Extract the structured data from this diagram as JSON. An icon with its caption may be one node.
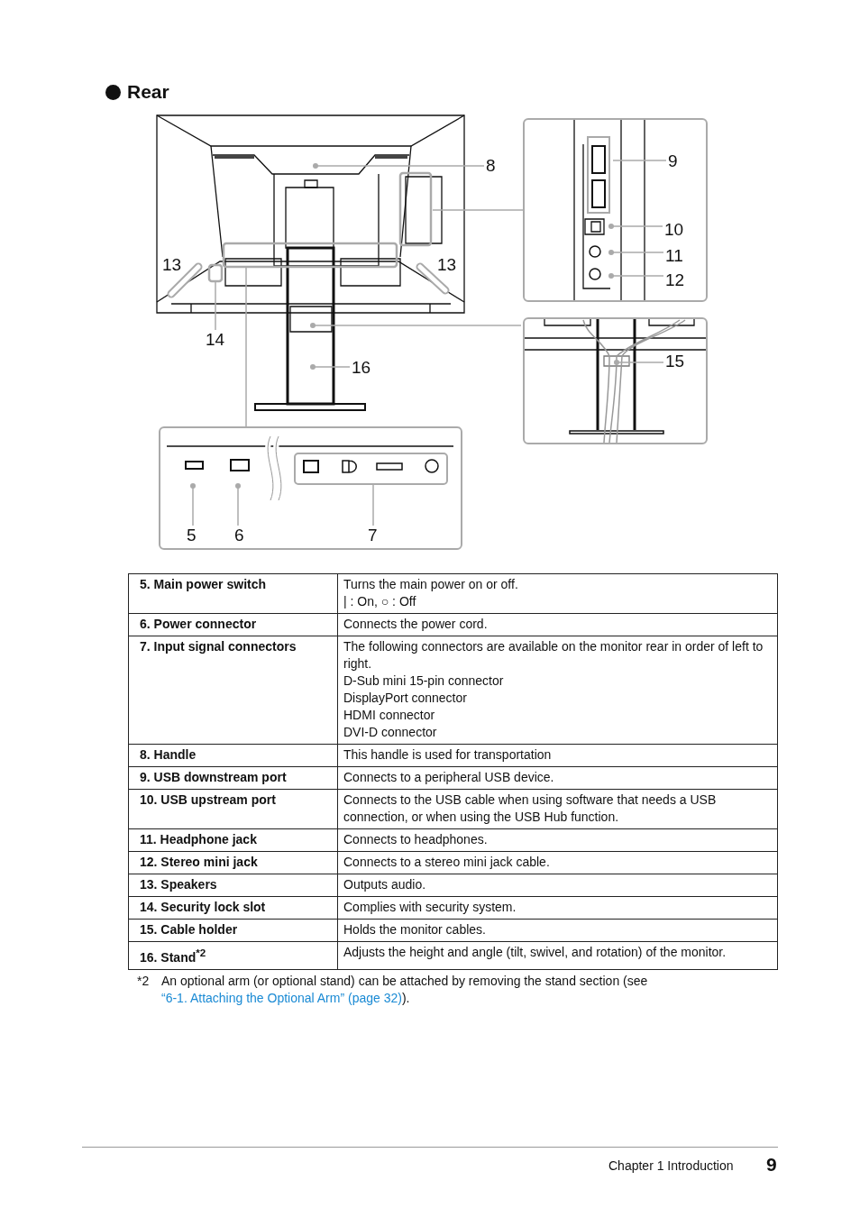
{
  "diagram": {
    "title": "Rear",
    "nodes": [
      {
        "text": [
          "8"
        ]
      },
      {
        "text": [],
        "shape": "picture"
      },
      {
        "text": [
          "9"
        ],
        "in": 1
      },
      {
        "text": [
          "10"
        ],
        "in": 1
      },
      {
        "text": [
          "11"
        ],
        "in": 1
      },
      {
        "text": [
          "12"
        ],
        "in": 1
      },
      {
        "text": [],
        "shape": "box"
      },
      {
        "text": [],
        "shape": "box"
      },
      {
        "text": [],
        "shape": "box"
      },
      {
        "text": [
          "14"
        ]
      },
      {
        "text": [],
        "shape": "picture"
      },
      {
        "text": [
          "15"
        ],
        "in": 10
      },
      {
        "text": [
          "16"
        ]
      },
      {
        "text": [],
        "shape": "picture"
      },
      {
        "text": [
          "5"
        ],
        "in": 13
      },
      {
        "text": [
          "6"
        ],
        "in": 13
      },
      {
        "text": [
          "7"
        ],
        "in": 13
      }
    ],
    "edges": [
      {
        "from": 0,
        "to": null,
        "arrow": "other"
      },
      {
        "from": 2,
        "to": 1,
        "arrow": "none"
      },
      {
        "from": 3,
        "to": 1,
        "arrow": "other"
      },
      {
        "from": 4,
        "to": 1,
        "arrow": "other"
      },
      {
        "from": 5,
        "to": 1,
        "arrow": "other"
      },
      {
        "from": 9,
        "to": 8,
        "arrow": "none"
      },
      {
        "from": 11,
        "to": 10,
        "arrow": "other"
      },
      {
        "from": 12,
        "to": null,
        "arrow": "other"
      },
      {
        "from": 14,
        "to": 13,
        "arrow": "other"
      },
      {
        "from": 15,
        "to": 13,
        "arrow": "other"
      },
      {
        "from": 16,
        "to": 13,
        "arrow": "none"
      },
      {
        "from": 6,
        "to": 1,
        "arrow": "none"
      },
      {
        "from": 7,
        "to": 13,
        "arrow": "none"
      },
      {
        "from": 10,
        "to": null,
        "arrow": "other"
      }
    ],
    "labels": [
      "13",
      "13",
      "5. Main power switch",
      "Turns the main power on or off.",
      "| : On, ○ : Off",
      "6. Power connector",
      "Connects the power cord.",
      "7. Input signal connectors",
      "The following connectors are available on the monitor rear in order of left to right.",
      "D-Sub mini 15-pin connector",
      "DisplayPort connector",
      "HDMI connector",
      "DVI-D connector",
      "8. Handle",
      "This handle is used for transportation",
      "9. USB downstream port",
      "Connects to a peripheral USB device.",
      "10. USB upstream port",
      "Connects to the USB cable when using software that needs a USB connection, or when using the USB Hub function.",
      "11. Headphone jack",
      "Connects to headphones.",
      "12. Stereo mini jack",
      "Connects to a stereo mini jack cable.",
      "13. Speakers",
      "Outputs audio.",
      "14. Security lock slot",
      "Complies with security system.",
      "15. Cable holder",
      "Holds the monitor cables.",
      "16. Stand$^{*2}$",
      "Adjusts the height and angle (tilt, swivel, and rotation) of the monitor.",
      "*2",
      "An optional arm (or optional stand) can be attached by removing the stand section (see",
      "“6-1. Attaching the Optional Arm” (page 32)",
      ").",
      "Chapter 1 Introduction",
      "9"
    ]
  }
}
